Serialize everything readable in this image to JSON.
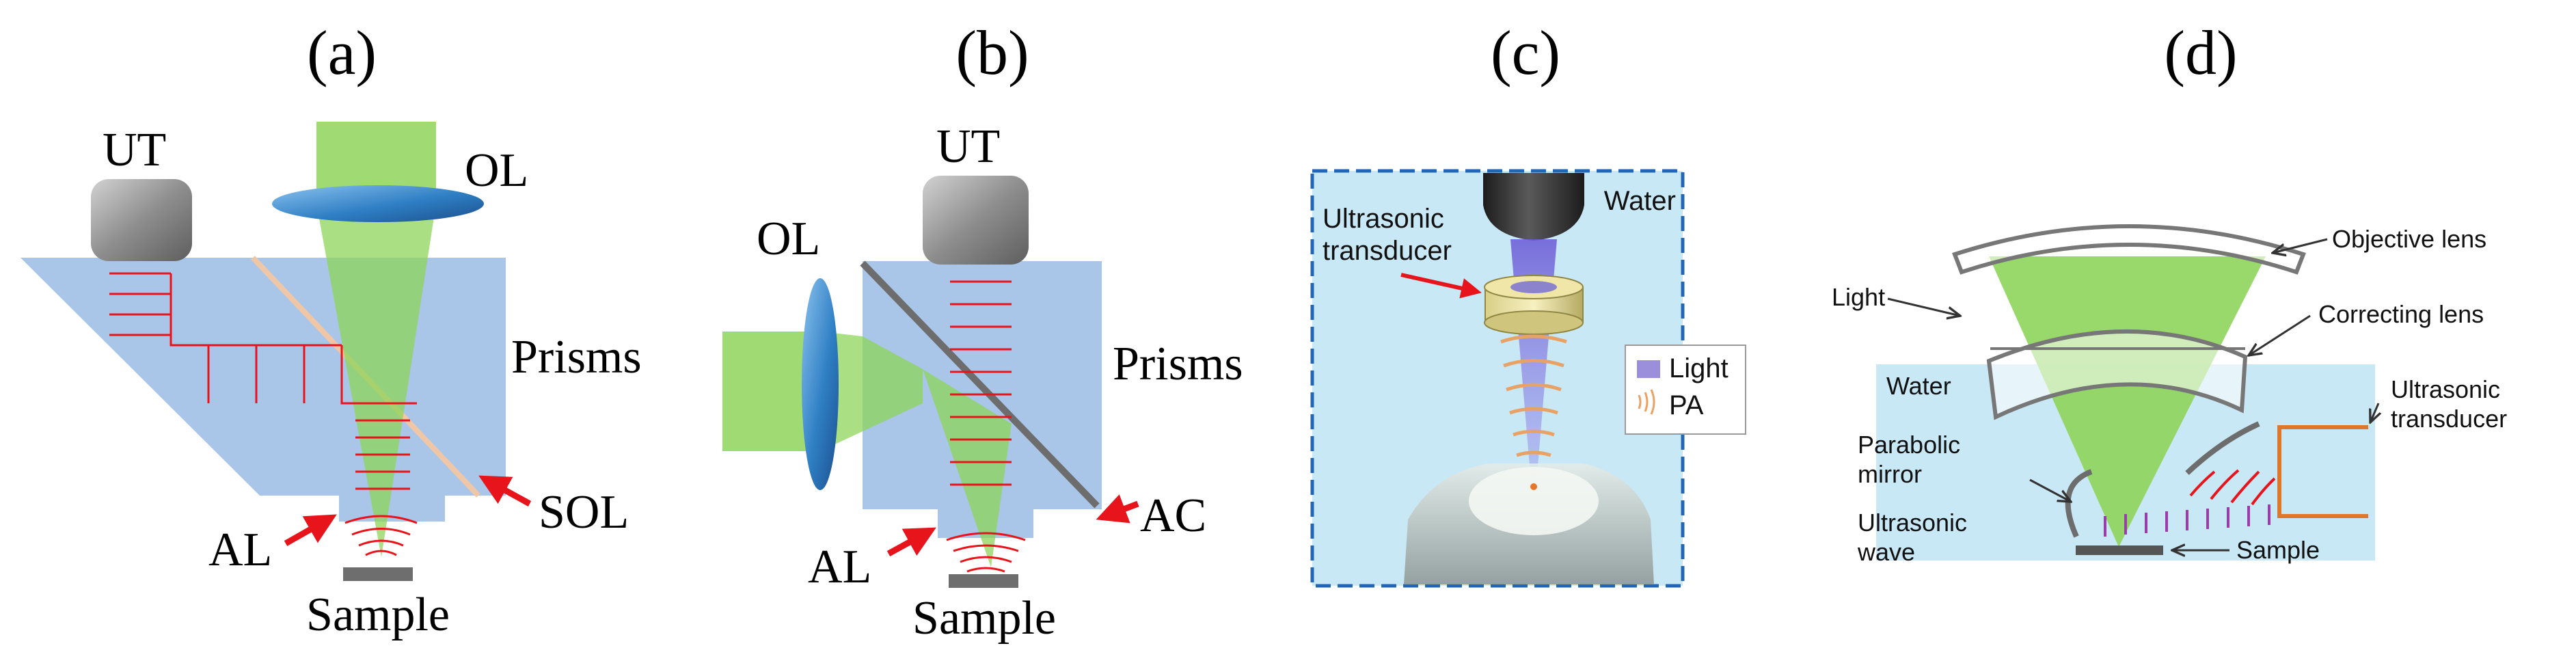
{
  "panels": {
    "a": {
      "tag": "(a)",
      "labels": {
        "ut": "UT",
        "ol": "OL",
        "prisms": "Prisms",
        "sol": "SOL",
        "al": "AL",
        "sample": "Sample"
      }
    },
    "b": {
      "tag": "(b)",
      "labels": {
        "ol": "OL",
        "ut": "UT",
        "prisms": "Prisms",
        "ac": "AC",
        "al": "AL",
        "sample": "Sample"
      }
    },
    "c": {
      "tag": "(c)",
      "labels": {
        "water": "Water",
        "transducer_line1": "Ultrasonic",
        "transducer_line2": "transducer"
      },
      "legend": {
        "light": "Light",
        "pa": "PA"
      }
    },
    "d": {
      "tag": "(d)",
      "labels": {
        "objective_lens": "Objective lens",
        "light": "Light",
        "correcting_lens": "Correcting lens",
        "water": "Water",
        "transducer_line1": "Ultrasonic",
        "transducer_line2": "transducer",
        "mirror_line1": "Parabolic",
        "mirror_line2": "mirror",
        "wave_line1": "Ultrasonic",
        "wave_line2": "wave",
        "sample": "Sample"
      }
    }
  },
  "colors": {
    "prism": "#a9c5e8",
    "beam": "#8ed45a",
    "arrow_red": "#e8141c",
    "water": "#c9e8f6",
    "transducer_metal": "#9a9a9a",
    "orange": "#e0762a"
  }
}
